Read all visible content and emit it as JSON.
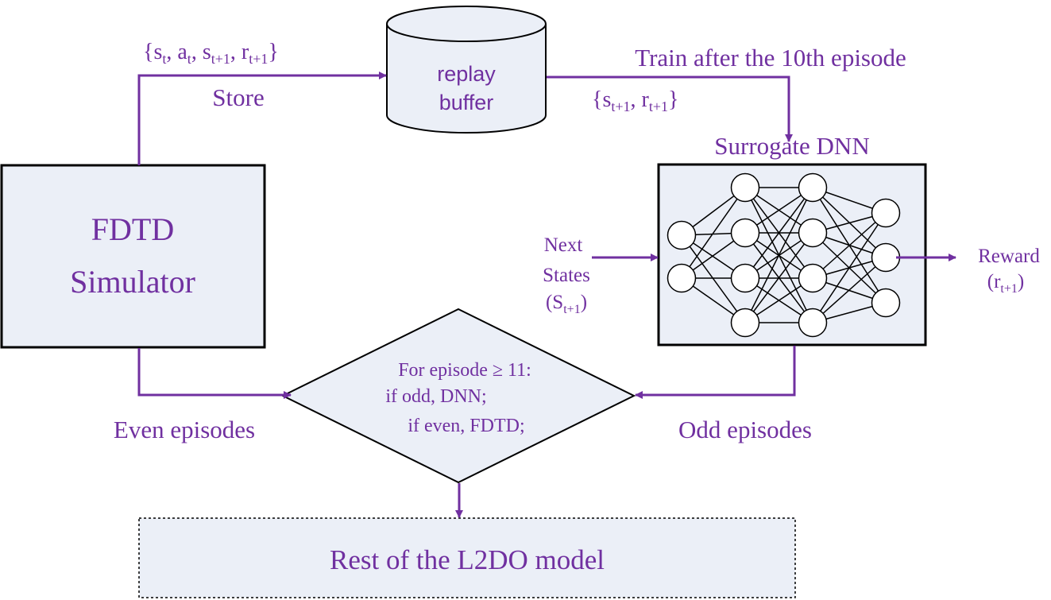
{
  "colors": {
    "accent": "#7030a0",
    "box_fill": "#ebeff7",
    "stroke": "#000000",
    "node_fill": "#ffffff"
  },
  "labels": {
    "store_tuple_open": "{s",
    "store_tuple_t": "t",
    "store_tuple_a": ", a",
    "store_tuple_t2": "t",
    "store_tuple_s": ", s",
    "store_tuple_t1": "t+1",
    "store_tuple_r": ", r",
    "store_tuple_t1b": "t+1",
    "store_tuple_close": "}",
    "store": "Store",
    "train": "Train after the 10th episode",
    "train_tuple_open": "{s",
    "train_tuple_t1": "t+1",
    "train_tuple_r": ", r",
    "train_tuple_t1b": "t+1",
    "train_tuple_close": "}",
    "next_states_1": "Next",
    "next_states_2": "States",
    "next_states_3_open": "(S",
    "next_states_3_sub": "t+1",
    "next_states_3_close": ")",
    "reward_1": "Reward",
    "reward_2_open": "(r",
    "reward_2_sub": "t+1",
    "reward_2_close": ")",
    "even_episodes": "Even episodes",
    "odd_episodes": "Odd episodes"
  },
  "nodes": {
    "replay_buffer": {
      "line1": "replay",
      "line2": "buffer"
    },
    "fdtd": {
      "line1": "FDTD",
      "line2": "Simulator"
    },
    "surrogate": {
      "title": "Surrogate DNN"
    },
    "decision": {
      "line1": "For episode ≥ 11:",
      "line2": "if odd, DNN;",
      "line3": "if even, FDTD;"
    },
    "rest": {
      "label": "Rest of the L2DO model"
    }
  }
}
